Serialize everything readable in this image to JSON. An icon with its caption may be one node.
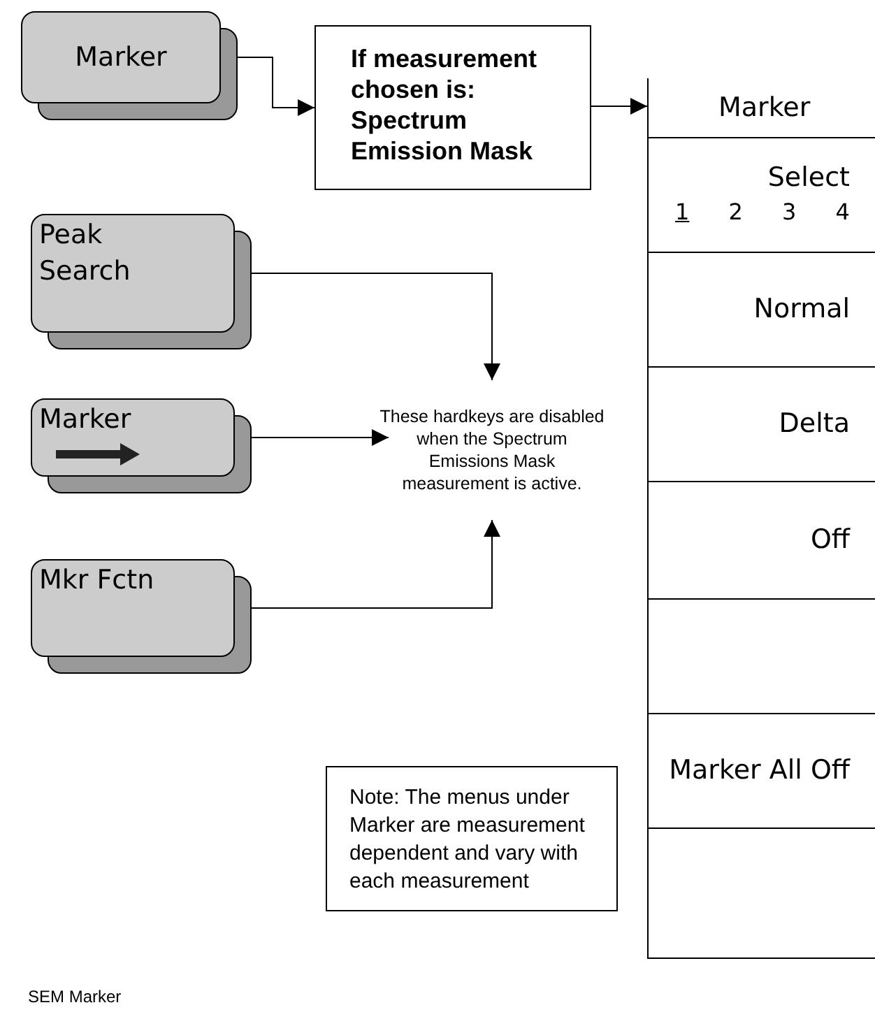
{
  "diagram": {
    "caption": "SEM Marker",
    "nodes": [
      {
        "text": [
          "Marker"
        ]
      },
      {
        "text": [
          "If measurement chosen is: Spectrum Emission Mask"
        ]
      },
      {
        "text": [
          "Marker"
        ]
      },
      {
        "text": [
          "Select",
          "1",
          "2",
          "3",
          "4"
        ],
        "in": 2
      },
      {
        "text": [
          "Normal"
        ],
        "in": 2
      },
      {
        "text": [
          "Delta"
        ],
        "in": 2
      },
      {
        "text": [
          "Off"
        ],
        "in": 2
      },
      {
        "text": [],
        "shape": "box",
        "in": 2
      },
      {
        "text": [
          "Marker All Off"
        ],
        "in": 2
      },
      {
        "text": [],
        "shape": "box",
        "in": 2
      },
      {
        "text": [
          "Peak Search"
        ]
      },
      {
        "text": [
          "Marker"
        ]
      },
      {
        "text": [
          "Mkr Fctn"
        ]
      },
      {
        "text": [
          "These hardkeys are disabled when the Spectrum Emissions Mask measurement is active."
        ]
      },
      {
        "text": [
          "Note: The menus under Marker are measurement dependent and vary with each measurement"
        ]
      }
    ],
    "edges": [
      {
        "from": 0,
        "to": 1,
        "arrow": "to"
      },
      {
        "from": 1,
        "to": 2,
        "arrow": "to"
      },
      {
        "from": 10,
        "to": 13,
        "arrow": "to"
      },
      {
        "from": 11,
        "to": 13,
        "arrow": "to"
      },
      {
        "from": 12,
        "to": 13,
        "arrow": "to"
      }
    ]
  }
}
